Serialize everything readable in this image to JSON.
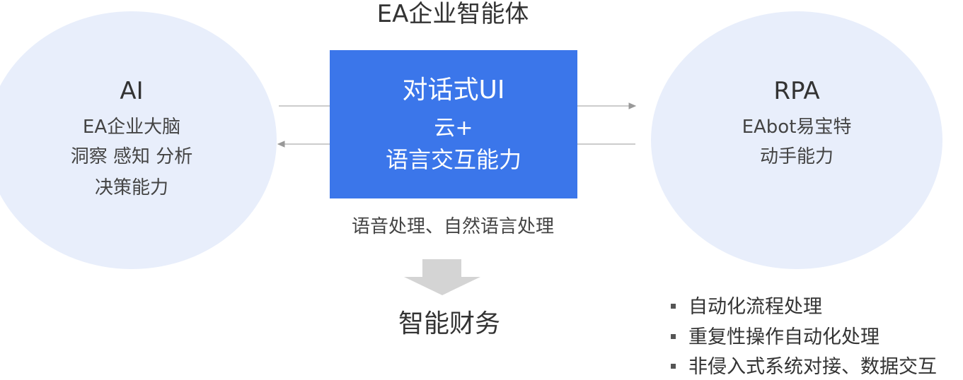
{
  "title": "EA企业智能体",
  "left": {
    "heading": "AI",
    "lines": [
      "EA企业大脑",
      "洞察 感知 分析",
      "决策能力"
    ]
  },
  "center": {
    "heading": "对话式UI",
    "lines": [
      "云+",
      "语言交互能力"
    ]
  },
  "right": {
    "heading": "RPA",
    "lines": [
      "EAbot易宝特",
      "动手能力"
    ]
  },
  "caption": "语音处理、自然语言处理",
  "result": "智能财务",
  "bullets": [
    "自动化流程处理",
    "重复性操作自动化处理",
    "非侵入式系统对接、数据交互"
  ],
  "colors": {
    "accent": "#3b76ea",
    "circle": "#e8eefb",
    "arrow": "#d4d4d4"
  }
}
